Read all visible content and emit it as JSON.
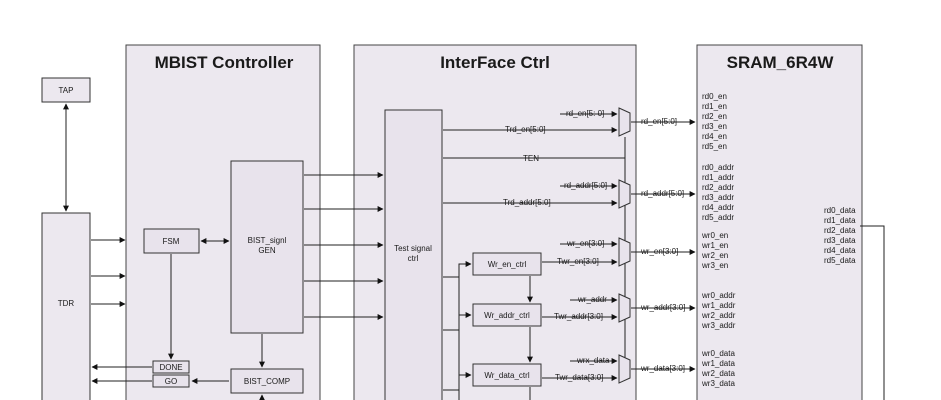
{
  "panels": {
    "mbist": "MBIST Controller",
    "interface": "InterFace Ctrl",
    "sram": "SRAM_6R4W"
  },
  "blocks": {
    "tap": "TAP",
    "tdr": "TDR",
    "fsm": "FSM",
    "done": "DONE",
    "go": "GO",
    "bist_signal_gen": [
      "BIST_signl",
      "GEN"
    ],
    "bist_comp": "BIST_COMP",
    "test_signal_ctrl": [
      "Test signal",
      "ctrl"
    ],
    "wr_en_ctrl": "Wr_en_ctrl",
    "wr_addr_ctrl": "Wr_addr_ctrl",
    "wr_data_ctrl": "Wr_data_ctrl"
  },
  "signals": {
    "rd_en_in": "rd_en[5: 0]",
    "trd_en": "Trd_en[5:0]",
    "rd_en_out": "rd_en[5:0]",
    "ten": "TEN",
    "rd_addr_in": "rd_addr[5:0]",
    "trd_addr": "Trd_addr[5:0]",
    "rd_addr_out": "rd_addr[5:0]",
    "wr_en_in": "wr_en[3:0]",
    "twr_en": "Twr_en[3:0]",
    "wr_en_out": "wr_en[3:0]",
    "wr_addr_in": "wr_addr",
    "twr_addr": "Twr_addr[3:0]",
    "wr_addr_out": "wr_addr[3:0]",
    "wrx_data_in": "wrx_data",
    "twr_data": "Twr_data[3:0]",
    "wr_data_out": "wr_data[3:0]"
  },
  "sram_pins": {
    "rd_en": [
      "rd0_en",
      "rd1_en",
      "rd2_en",
      "rd3_en",
      "rd4_en",
      "rd5_en"
    ],
    "rd_addr": [
      "rd0_addr",
      "rd1_addr",
      "rd2_addr",
      "rd3_addr",
      "rd4_addr",
      "rd5_addr"
    ],
    "wr_en": [
      "wr0_en",
      "wr1_en",
      "wr2_en",
      "wr3_en"
    ],
    "wr_addr": [
      "wr0_addr",
      "wr1_addr",
      "wr2_addr",
      "wr3_addr"
    ],
    "wr_data": [
      "wr0_data",
      "wr1_data",
      "wr2_data",
      "wr3_data"
    ],
    "rd_data": [
      "rd0_data",
      "rd1_data",
      "rd2_data",
      "rd3_data",
      "rd4_data",
      "rd5_data"
    ]
  }
}
